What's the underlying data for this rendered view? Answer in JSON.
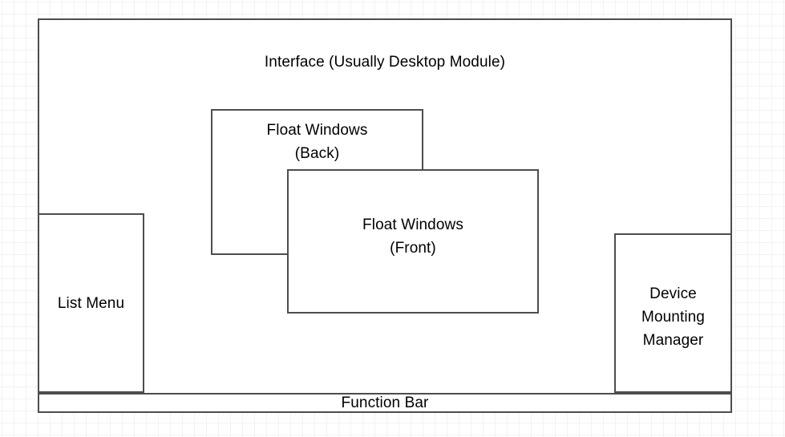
{
  "diagram": {
    "title": "Interface (Usually Desktop Module)",
    "background": {
      "grid_minor_color": "#f3f3f3",
      "grid_major_color": "#e8e8e8",
      "page_color": "#ffffff"
    },
    "style": {
      "node_border_color": "#4d4d4d",
      "node_fill_color": "#ffffff",
      "text_color": "#000000"
    },
    "nodes": [
      {
        "id": "interface",
        "label": "Interface (Usually Desktop Module)",
        "role": "outer-container"
      },
      {
        "id": "list-menu",
        "label": "List Menu",
        "role": "panel"
      },
      {
        "id": "float-back",
        "label": "Float Windows\n(Back)",
        "role": "floating-window"
      },
      {
        "id": "float-front",
        "label": "Float Windows\n(Front)",
        "role": "floating-window"
      },
      {
        "id": "device-manager",
        "label": "Device\nMounting\nManager",
        "role": "panel"
      },
      {
        "id": "function-bar",
        "label": "Function Bar",
        "role": "bar"
      }
    ]
  }
}
